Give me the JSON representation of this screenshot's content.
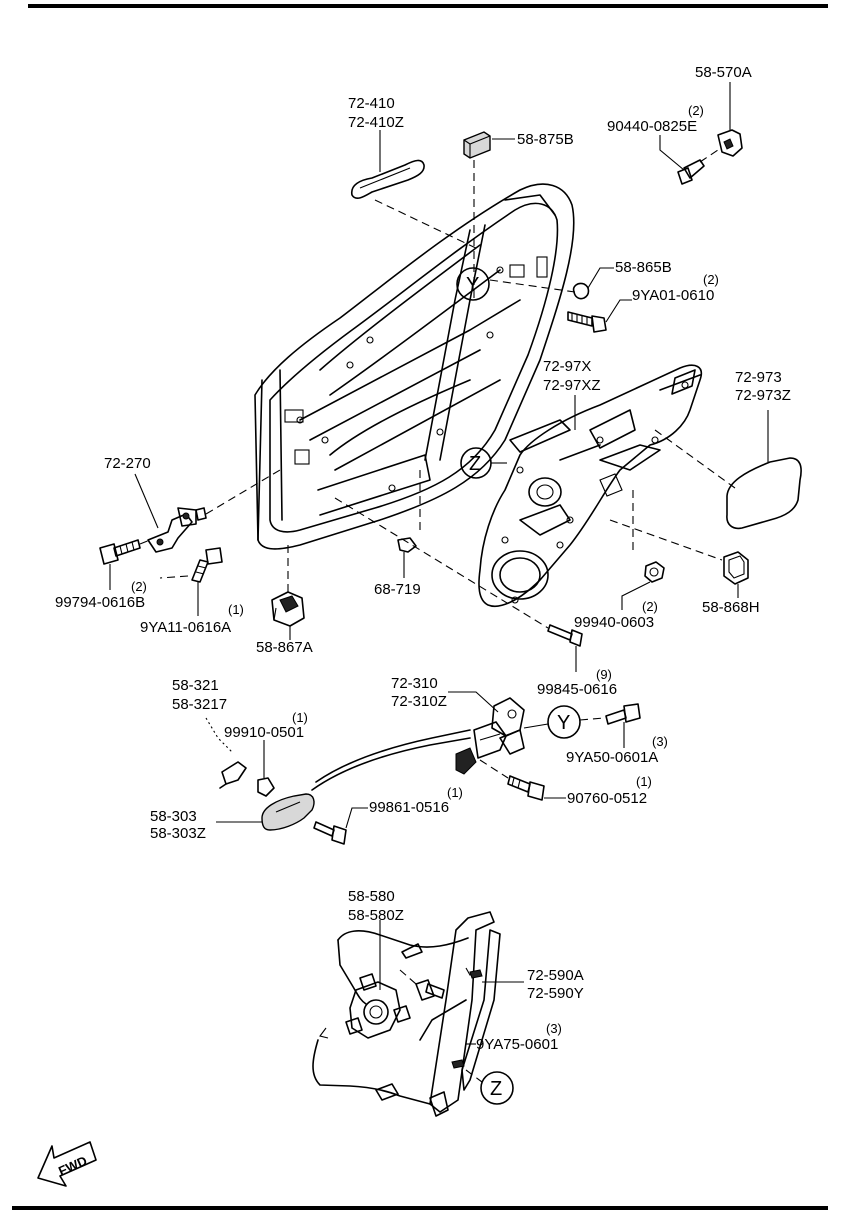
{
  "labels": {
    "p58_570A": "58-570A",
    "p90440_qty": "(2)",
    "p90440": "90440-0825E",
    "p72_410": "72-410",
    "p72_410Z": "72-410Z",
    "p58_875B": "58-875B",
    "p58_865B": "58-865B",
    "p9YA01_qty": "(2)",
    "p9YA01": "9YA01-0610",
    "p72_97X": "72-97X",
    "p72_97XZ": "72-97XZ",
    "p72_973": "72-973",
    "p72_973Z": "72-973Z",
    "p72_270": "72-270",
    "p99794_qty": "(2)",
    "p99794": "99794-0616B",
    "p9YA11_qty": "(1)",
    "p9YA11": "9YA11-0616A",
    "p58_867A": "58-867A",
    "p68_719": "68-719",
    "p99940_qty": "(2)",
    "p99940": "99940-0603",
    "p58_868H": "58-868H",
    "p99845_qty": "(9)",
    "p99845": "99845-0616",
    "p58_321": "58-321",
    "p58_3217": "58-3217",
    "p99910_qty": "(1)",
    "p99910": "99910-0501",
    "p72_310": "72-310",
    "p72_310Z": "72-310Z",
    "p9YA50_qty": "(3)",
    "p9YA50": "9YA50-0601A",
    "p90760_qty": "(1)",
    "p90760": "90760-0512",
    "p58_303": "58-303",
    "p58_303Z": "58-303Z",
    "p99861_qty": "(1)",
    "p99861": "99861-0516",
    "p58_580": "58-580",
    "p58_580Z": "58-580Z",
    "p72_590A": "72-590A",
    "p72_590Y": "72-590Y",
    "p9YA75_qty": "(3)",
    "p9YA75": "9YA75-0601",
    "fwd": "FWD"
  },
  "callouts": {
    "y_top": "Y",
    "z_panel": "Z",
    "y_lock": "Y",
    "z_regulator": "Z"
  }
}
